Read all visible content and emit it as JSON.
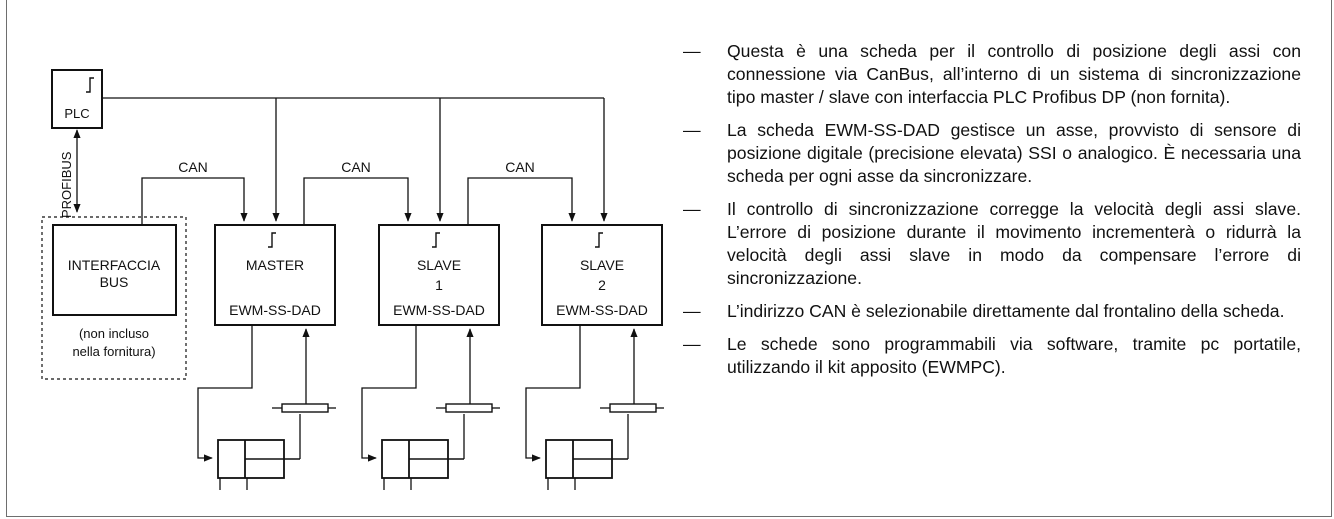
{
  "diagram": {
    "plc_label": "PLC",
    "profibus_label": "PROFIBUS",
    "can_labels": [
      "CAN",
      "CAN",
      "CAN"
    ],
    "interface_box": {
      "line1": "INTERFACCIA",
      "line2": "BUS"
    },
    "interface_note": {
      "line1": "(non incluso",
      "line2": "nella fornitura)"
    },
    "cards": [
      {
        "line1": "MASTER",
        "line2": "",
        "model": "EWM-SS-DAD"
      },
      {
        "line1": "SLAVE",
        "line2": "1",
        "model": "EWM-SS-DAD"
      },
      {
        "line1": "SLAVE",
        "line2": "2",
        "model": "EWM-SS-DAD"
      }
    ]
  },
  "bullets": [
    {
      "dash": "—",
      "text": "Questa è una scheda per il controllo di posizione degli assi con connessione via CanBus, all’interno di un sistema di sincronizzazione tipo master / slave con interfaccia PLC Profibus DP (non fornita)."
    },
    {
      "dash": "—",
      "text": "La scheda EWM-SS-DAD gestisce un asse, provvisto di sensore di posizione digitale (precisione elevata) SSI o analogico. È necessaria una scheda per ogni asse da sincronizzare."
    },
    {
      "dash": "—",
      "text": "Il controllo di sincronizzazione corregge la velocità degli assi slave. L’errore di posizione durante il movimento incrementerà o ridurrà la velocità degli assi slave in modo da compensare l’errore di sincronizzazione."
    },
    {
      "dash": "—",
      "text": "L’indirizzo CAN è selezionabile direttamente dal frontalino della scheda."
    },
    {
      "dash": "—",
      "text": "Le schede sono programmabili via software, tramite pc portatile, utilizzando il kit apposito (EWMPC)."
    }
  ]
}
